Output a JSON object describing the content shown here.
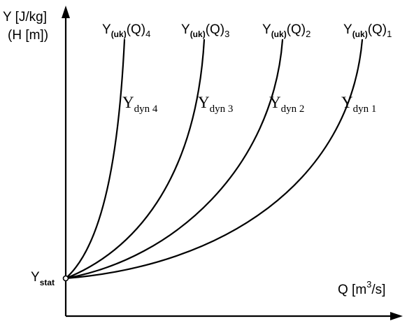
{
  "axes": {
    "y_label_line1": "Y [J/kg]",
    "y_label_line2": "(H [m])",
    "x_label_prefix": "Q [m",
    "x_label_exponent": "3",
    "x_label_suffix": "/s]"
  },
  "origin_label": {
    "main": "Y",
    "sub": "stat"
  },
  "curves": [
    {
      "top_main": "Y",
      "top_sub": "(uk)",
      "top_mid": "(Q)",
      "top_index": "4",
      "dyn_main": "Y",
      "dyn_sub": "dyn 4"
    },
    {
      "top_main": "Y",
      "top_sub": "(uk)",
      "top_mid": "(Q)",
      "top_index": "3",
      "dyn_main": "Y",
      "dyn_sub": "dyn 3"
    },
    {
      "top_main": "Y",
      "top_sub": "(uk)",
      "top_mid": "(Q)",
      "top_index": "2",
      "dyn_main": "Y",
      "dyn_sub": "dyn 2"
    },
    {
      "top_main": "Y",
      "top_sub": "(uk)",
      "top_mid": "(Q)",
      "top_index": "1",
      "dyn_main": "Y",
      "dyn_sub": "dyn 1"
    }
  ]
}
